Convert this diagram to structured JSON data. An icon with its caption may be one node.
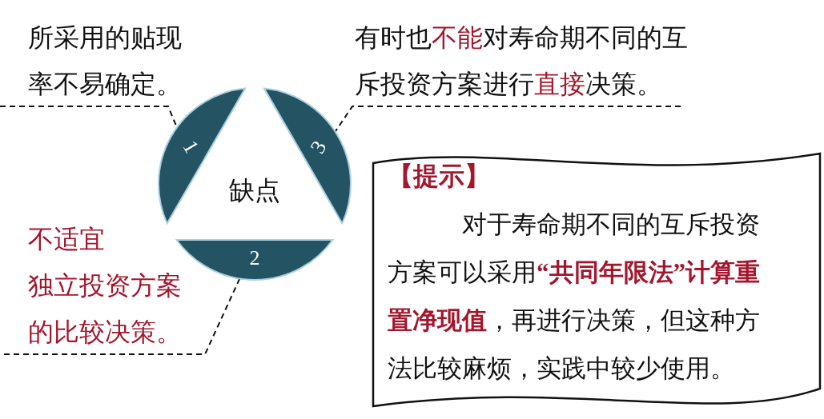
{
  "diagram": {
    "nodes": [
      {
        "text": [
          "缺点"
        ]
      },
      {
        "text": [
          "1"
        ]
      },
      {
        "text": [
          "2"
        ]
      },
      {
        "text": [
          "3"
        ]
      },
      {
        "text": [
          "所采用的贴现率不易确定。"
        ]
      },
      {
        "text": [
          "有时也**不能**对寿命期不同的互斥投资方案进行**直接**决策。"
        ]
      },
      {
        "text": [
          "不适宜",
          "独立投资方案的比较决策。"
        ]
      },
      {
        "text": [
          "【提示】",
          "对于寿命期不同的互斥投资方案可以采用**“共同年限法”计算重置净现值**，再进行决策，但这种方法比较麻烦，实践中较少使用。"
        ]
      }
    ],
    "edges": [
      {
        "from": 4,
        "to": 1,
        "arrow": "none",
        "style": "dashed"
      },
      {
        "from": 5,
        "to": 3,
        "arrow": "none",
        "style": "dashed"
      },
      {
        "from": 6,
        "to": 2,
        "arrow": "none",
        "style": "dashed"
      }
    ]
  }
}
